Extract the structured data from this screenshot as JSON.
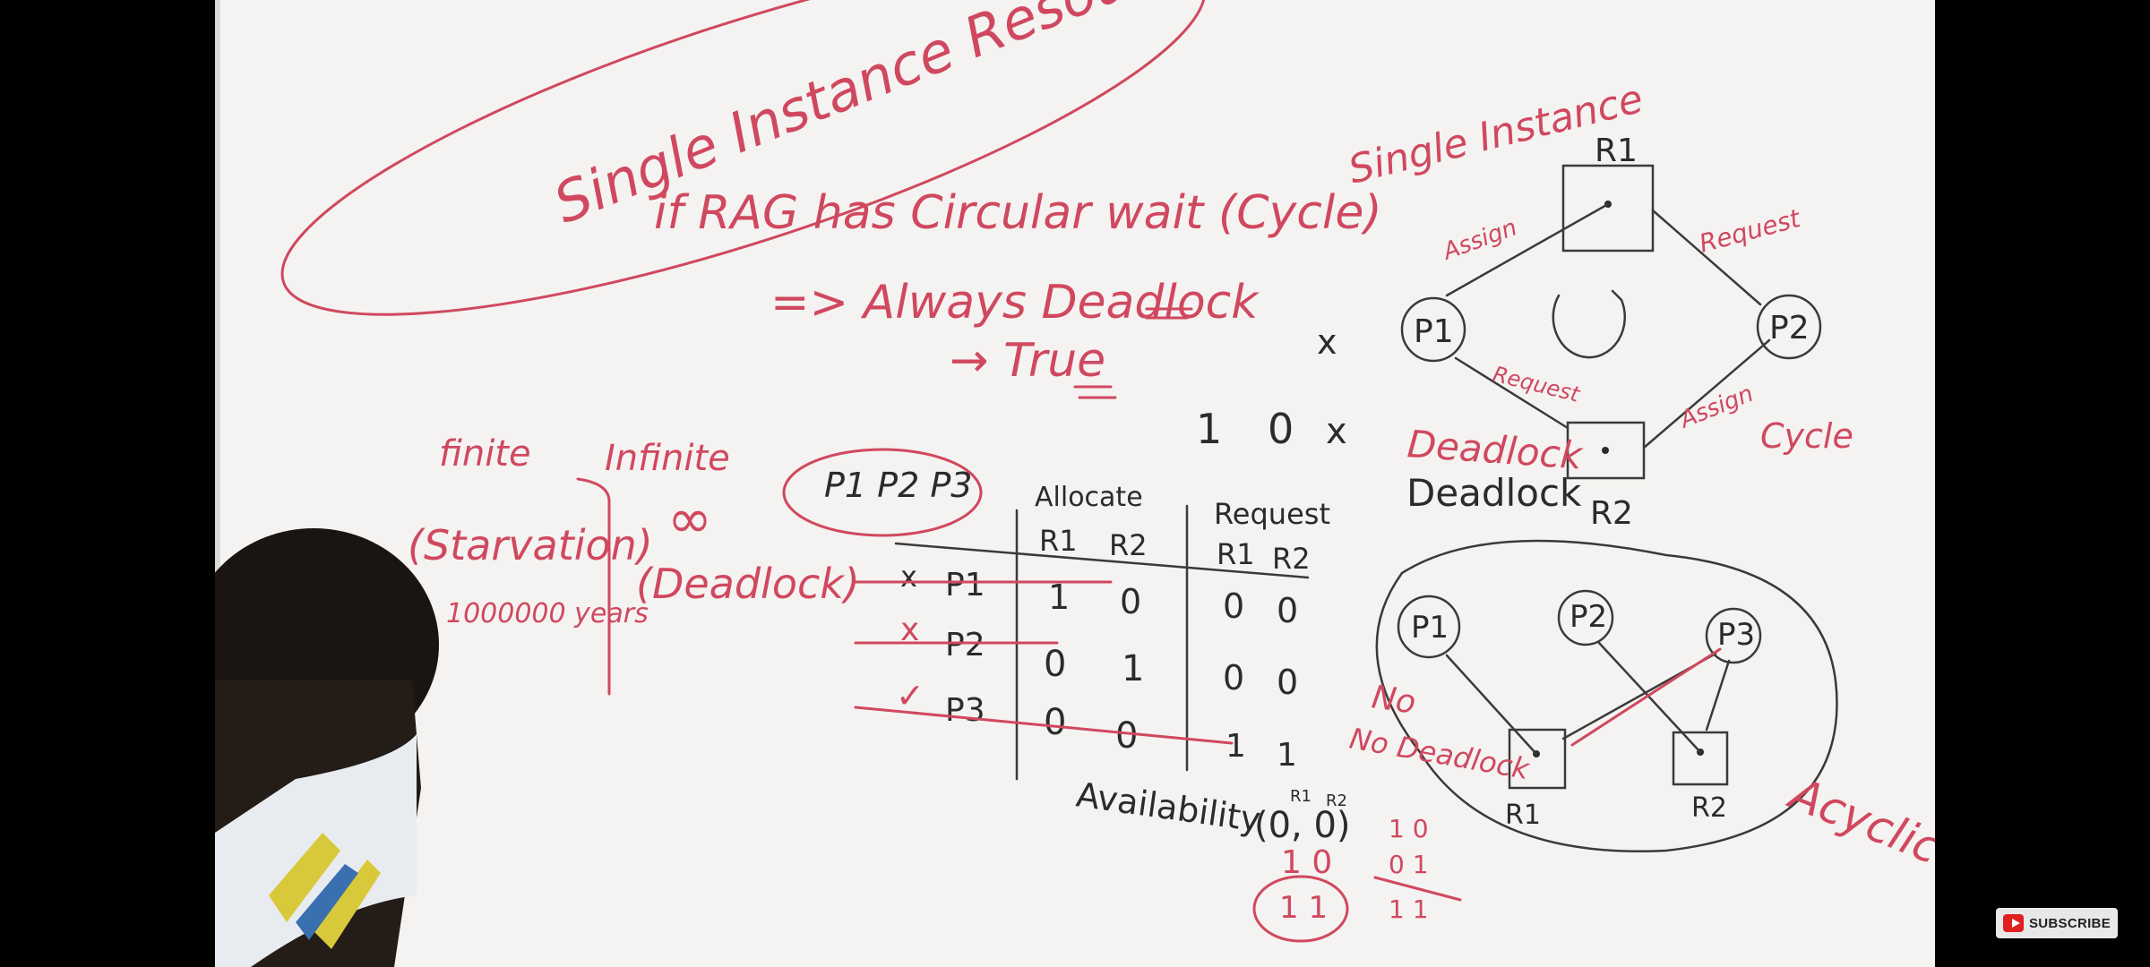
{
  "whiteboard": {
    "title": "Single Instance Resource",
    "statement": "if RAG has Circular wait (Cycle)",
    "implication": "=> Always Deadlock",
    "verdict": "→ True",
    "marks": [
      "1",
      "0",
      "x"
    ],
    "single_instance_label": "Single Instance",
    "finite_label": "finite",
    "infinite_label": "Infinite",
    "starvation_label": "(Starvation)",
    "years_label": "1000000 years",
    "infinity_symbol": "∞",
    "deadlock_paren_label": "(Deadlock)",
    "process_sequence": "P1 P2 P3",
    "table": {
      "allocate_header": "Allocate",
      "request_header": "Request",
      "subheaders": [
        "R1",
        "R2",
        "R1",
        "R2"
      ],
      "rows": [
        {
          "mark": "x",
          "process": "P1",
          "values": [
            "1",
            "0",
            "0",
            "0"
          ]
        },
        {
          "mark": "x",
          "process": "P2",
          "values": [
            "0",
            "1",
            "0",
            "0"
          ]
        },
        {
          "mark": "✓",
          "process": "P3",
          "values": [
            "0",
            "0",
            "1",
            "1"
          ]
        }
      ]
    },
    "availability": {
      "label": "Availability",
      "headers": [
        "R1",
        "R2"
      ],
      "current": "(0, 0)",
      "step1": "1 0",
      "step2": "1 1",
      "side_top": "1 0",
      "side_mid": "0 1",
      "side_bottom": "1 1"
    },
    "cycle_graph": {
      "resource_top": "R1",
      "resource_bottom": "R2",
      "process_left": "P1",
      "process_right": "P2",
      "edge_assign_top": "Assign",
      "edge_request_top": "Request",
      "edge_request_bottom": "Request",
      "edge_assign_bottom": "Assign",
      "cycle_label": "Cycle",
      "deadlock_red": "Deadlock",
      "deadlock_black": "Deadlock",
      "x_mark": "x"
    },
    "acyclic_graph": {
      "processes": [
        "P1",
        "P2",
        "P3"
      ],
      "resources": [
        "R1",
        "R2"
      ],
      "no_deadlock_label": "No Deadlock",
      "acyclic_label": "Acyclic"
    }
  },
  "overlay": {
    "subscribe_label": "SUBSCRIBE"
  },
  "colors": {
    "board": "#f4f3f1",
    "marker_red": "#d0485f",
    "marker_black": "#2b2b2b",
    "subscribe_red": "#e02020"
  }
}
